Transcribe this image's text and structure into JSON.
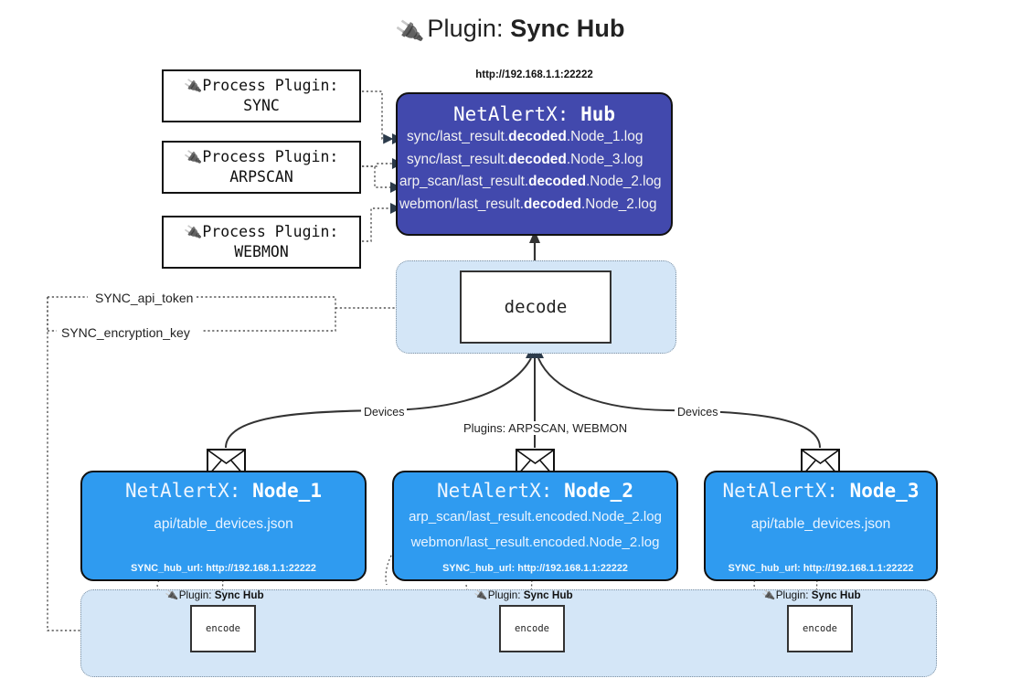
{
  "header": {
    "icon": "plug-icon",
    "prefix": "Plugin:",
    "title": "Sync Hub"
  },
  "process_plugins": [
    {
      "icon": "plug-icon",
      "line1": "Process Plugin:",
      "line2": "SYNC"
    },
    {
      "icon": "plug-icon",
      "line1": "Process Plugin:",
      "line2": "ARPSCAN"
    },
    {
      "icon": "plug-icon",
      "line1": "Process Plugin:",
      "line2": "WEBMON"
    }
  ],
  "hub": {
    "url": "http://192.168.1.1:22222",
    "title_prefix": "NetAlertX:",
    "title_name": "Hub",
    "files": [
      {
        "pre": "sync/last_result.",
        "em": "decoded",
        "post": ".Node_1.log"
      },
      {
        "pre": "sync/last_result.",
        "em": "decoded",
        "post": ".Node_3.log"
      },
      {
        "pre": "arp_scan/last_result.",
        "em": "decoded",
        "post": ".Node_2.log"
      },
      {
        "pre": "webmon/last_result.",
        "em": "decoded",
        "post": ".Node_2.log"
      }
    ]
  },
  "decode": {
    "label": "decode"
  },
  "secrets": {
    "api_token": "SYNC_api_token",
    "encryption_key": "SYNC_encryption_key"
  },
  "edge_labels": {
    "devices_left": "Devices",
    "devices_right": "Devices",
    "plugins_middle": "Plugins: ARPSCAN, WEBMON"
  },
  "nodes": [
    {
      "title_prefix": "NetAlertX:",
      "title_name": "Node_1",
      "rows": [
        "api/table_devices.json"
      ],
      "hub_url_label": "SYNC_hub_url: http://192.168.1.1:22222",
      "envelope_icon": "envelope-icon"
    },
    {
      "title_prefix": "NetAlertX:",
      "title_name": "Node_2",
      "rows": [
        "arp_scan/last_result.encoded.Node_2.log",
        "webmon/last_result.encoded.Node_2.log"
      ],
      "hub_url_label": "SYNC_hub_url: http://192.168.1.1:22222",
      "envelope_icon": "envelope-icon"
    },
    {
      "title_prefix": "NetAlertX:",
      "title_name": "Node_3",
      "rows": [
        "api/table_devices.json"
      ],
      "hub_url_label": "SYNC_hub_url: http://192.168.1.1:22222",
      "envelope_icon": "envelope-icon"
    }
  ],
  "encoders": [
    {
      "tag_prefix": "Plugin:",
      "tag_name": "Sync Hub",
      "label": "encode",
      "icon": "plug-icon"
    },
    {
      "tag_prefix": "Plugin:",
      "tag_name": "Sync Hub",
      "label": "encode",
      "icon": "plug-icon"
    },
    {
      "tag_prefix": "Plugin:",
      "tag_name": "Sync Hub",
      "label": "encode",
      "icon": "plug-icon"
    }
  ],
  "colors": {
    "hub_fill": "#4249ad",
    "node_fill": "#2f9bf0",
    "container_fill": "#d4e6f7",
    "stroke": "#111111"
  }
}
